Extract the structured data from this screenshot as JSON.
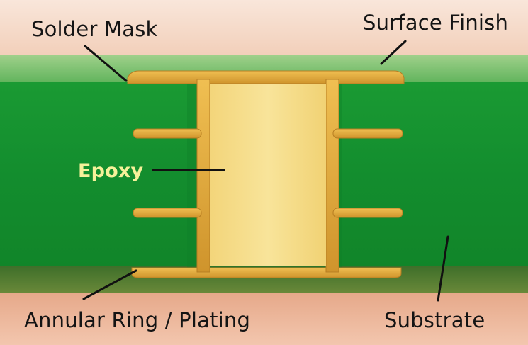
{
  "labels": {
    "solder_mask": "Solder Mask",
    "surface_finish": "Surface Finish",
    "epoxy": "Epoxy",
    "annular_ring_plating": "Annular Ring / Plating",
    "substrate": "Substrate"
  },
  "colors": {
    "solder_mask_green": "#16922e",
    "substrate_green": "#128a2c",
    "copper_plating": "#e0a83a",
    "epoxy_fill": "#f6dd82",
    "background_top": "#f7d9c5",
    "background_bottom": "#efb89a",
    "epoxy_label": "#f6f19a",
    "callout_line": "#111111"
  }
}
